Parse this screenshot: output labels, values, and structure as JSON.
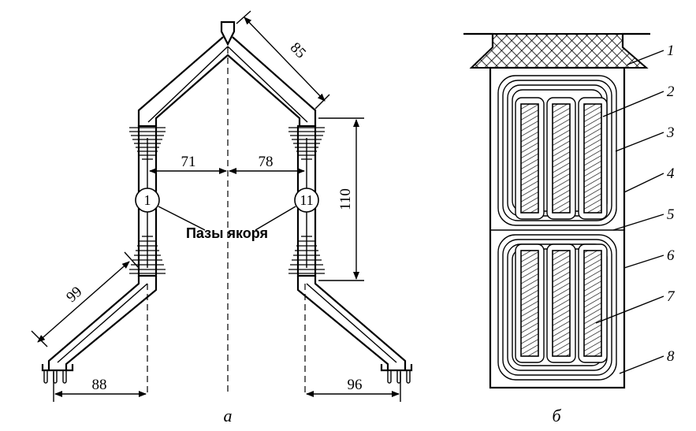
{
  "figure_a": {
    "caption": "а",
    "slot_label": "Пазы якоря",
    "slot_left": "1",
    "slot_right": "11",
    "dims": {
      "d85": "85",
      "d71": "71",
      "d78": "78",
      "d110": "110",
      "d99": "99",
      "d88": "88",
      "d96": "96"
    }
  },
  "figure_b": {
    "caption": "б",
    "callouts": [
      "1",
      "2",
      "3",
      "4",
      "5",
      "6",
      "7",
      "8"
    ]
  }
}
